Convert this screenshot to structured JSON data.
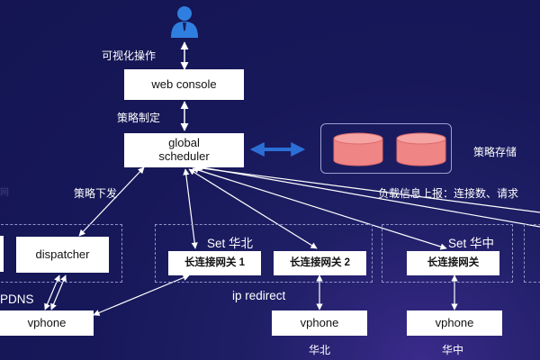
{
  "nodes": {
    "web_console": "web console",
    "global_scheduler": "global\nscheduler",
    "dispatcher": "dispatcher",
    "gw1": "长连接网关 1",
    "gw2": "长连接网关 2",
    "gw3": "长连接网关",
    "vphone_left": "vphone",
    "vphone_mid": "vphone",
    "vphone_right": "vphone"
  },
  "labels": {
    "visual_ops": "可视化操作",
    "policy_make": "策略制定",
    "policy_down": "策略下发",
    "storage": "策略存储",
    "report": "负载信息上报：连接数、请求",
    "set_north": "Set 华北",
    "set_central": "Set 华中",
    "ip_redirect": "ip redirect",
    "dns": "PDNS",
    "region_north": "华北",
    "region_central": "华中",
    "watermark": "网"
  },
  "colors": {
    "background": "#17185a",
    "box": "#ffffff",
    "arrow": "#ffffff",
    "bidirectional_arrow": "#2b6fd6",
    "cylinder": "#f08585",
    "person_icon": "#2f7fe0",
    "dashed_border": "#8f93c8"
  },
  "icons": {
    "user": "person-icon",
    "database": "database-cylinder-icon"
  }
}
